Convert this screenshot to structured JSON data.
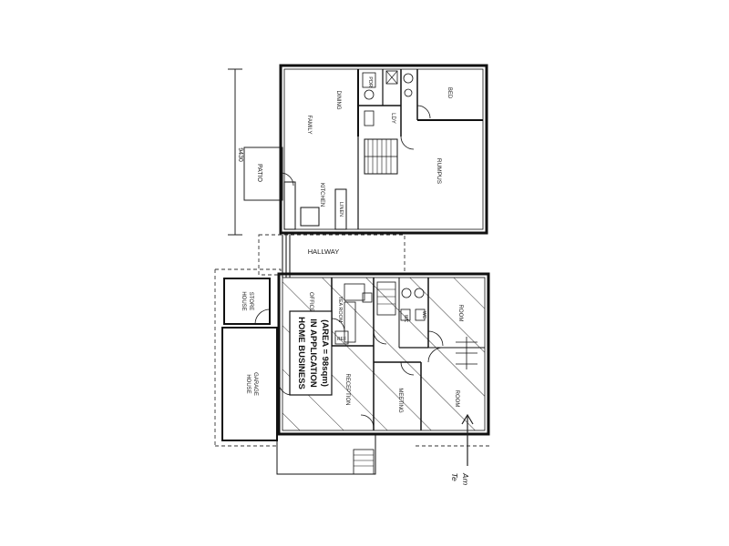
{
  "dimension": "9430",
  "upper_rooms": {
    "dining": "DINING",
    "family": "FAMILY",
    "kitchen": "KITCHEN",
    "ldy": "LDY",
    "pdr": "PDR",
    "bed": "BED",
    "rumpus": "RUMPUS",
    "linen": "LINEN",
    "patio": "PATIO"
  },
  "hallway": "HALLWAY",
  "lower_rooms": {
    "house_store_1": "HOUSE",
    "house_store_2": "STORE",
    "house_garage_1": "HOUSE",
    "house_garage_2": "GARAGE",
    "office": "OFFICE",
    "tea_room": "TEA ROOM",
    "ref": "REF",
    "reception": "RECEPTION",
    "meeting": "MEETING",
    "room_top": "ROOM",
    "room_bottom": "ROOM",
    "wc_1": "WC",
    "wc_2": "WC"
  },
  "home_business": {
    "line1": "HOME BUSINESS",
    "line2": "IN APPLICATION",
    "line3": "(AREA = 98sqm)"
  },
  "handwriting": {
    "line1": "Am",
    "line2": "Te"
  }
}
